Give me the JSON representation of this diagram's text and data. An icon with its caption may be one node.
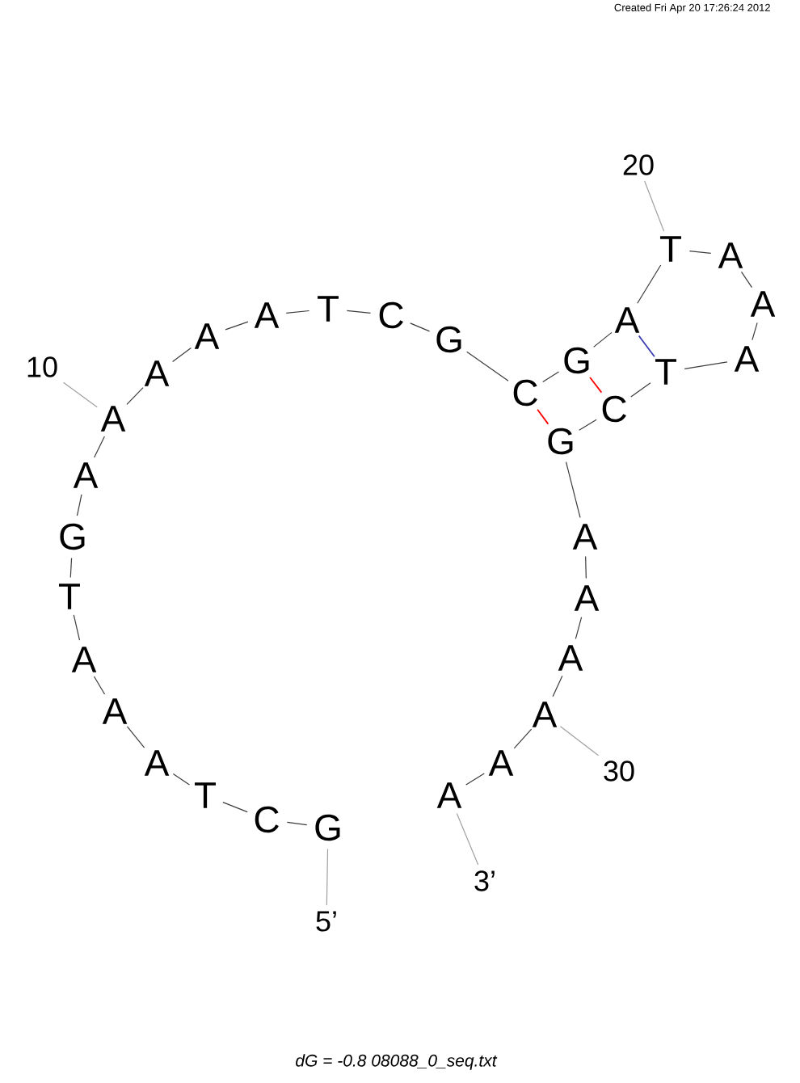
{
  "diagram": {
    "caption": "dG = -0.8 08088_0_seq.txt",
    "nodes": [
      {
        "text": [
          "G"
        ]
      },
      {
        "text": [
          "C"
        ]
      },
      {
        "text": [
          "T"
        ]
      },
      {
        "text": [
          "A"
        ]
      },
      {
        "text": [
          "A"
        ]
      },
      {
        "text": [
          "A"
        ]
      },
      {
        "text": [
          "T"
        ]
      },
      {
        "text": [
          "G"
        ]
      },
      {
        "text": [
          "A"
        ]
      },
      {
        "text": [
          "A"
        ]
      },
      {
        "text": [
          "A"
        ]
      },
      {
        "text": [
          "A"
        ]
      },
      {
        "text": [
          "A"
        ]
      },
      {
        "text": [
          "T"
        ]
      },
      {
        "text": [
          "C"
        ]
      },
      {
        "text": [
          "G"
        ]
      },
      {
        "text": [
          "C"
        ]
      },
      {
        "text": [
          "G"
        ]
      },
      {
        "text": [
          "A"
        ]
      },
      {
        "text": [
          "T"
        ]
      },
      {
        "text": [
          "A"
        ]
      },
      {
        "text": [
          "A"
        ]
      },
      {
        "text": [
          "A"
        ]
      },
      {
        "text": [
          "T"
        ]
      },
      {
        "text": [
          "C"
        ]
      },
      {
        "text": [
          "G"
        ]
      },
      {
        "text": [
          "A"
        ]
      },
      {
        "text": [
          "A"
        ]
      },
      {
        "text": [
          "A"
        ]
      },
      {
        "text": [
          "A"
        ]
      },
      {
        "text": [
          "A"
        ]
      },
      {
        "text": [
          "A"
        ]
      },
      {
        "text": [
          "5’"
        ]
      },
      {
        "text": [
          "10"
        ]
      },
      {
        "text": [
          "20"
        ]
      },
      {
        "text": [
          "30"
        ]
      },
      {
        "text": [
          "3’"
        ]
      }
    ],
    "edges": [
      {
        "from": 0,
        "to": 1,
        "arrow": "none"
      },
      {
        "from": 1,
        "to": 2,
        "arrow": "none"
      },
      {
        "from": 2,
        "to": 3,
        "arrow": "none"
      },
      {
        "from": 3,
        "to": 4,
        "arrow": "none"
      },
      {
        "from": 4,
        "to": 5,
        "arrow": "none"
      },
      {
        "from": 5,
        "to": 6,
        "arrow": "none"
      },
      {
        "from": 6,
        "to": 7,
        "arrow": "none"
      },
      {
        "from": 7,
        "to": 8,
        "arrow": "none"
      },
      {
        "from": 8,
        "to": 9,
        "arrow": "none"
      },
      {
        "from": 9,
        "to": 10,
        "arrow": "none"
      },
      {
        "from": 10,
        "to": 11,
        "arrow": "none"
      },
      {
        "from": 11,
        "to": 12,
        "arrow": "none"
      },
      {
        "from": 12,
        "to": 13,
        "arrow": "none"
      },
      {
        "from": 13,
        "to": 14,
        "arrow": "none"
      },
      {
        "from": 14,
        "to": 15,
        "arrow": "none"
      },
      {
        "from": 15,
        "to": 16,
        "arrow": "none"
      },
      {
        "from": 16,
        "to": 17,
        "arrow": "none"
      },
      {
        "from": 17,
        "to": 18,
        "arrow": "none"
      },
      {
        "from": 18,
        "to": 19,
        "arrow": "none"
      },
      {
        "from": 19,
        "to": 20,
        "arrow": "none"
      },
      {
        "from": 20,
        "to": 21,
        "arrow": "none"
      },
      {
        "from": 21,
        "to": 22,
        "arrow": "none"
      },
      {
        "from": 22,
        "to": 23,
        "arrow": "none"
      },
      {
        "from": 23,
        "to": 24,
        "arrow": "none"
      },
      {
        "from": 24,
        "to": 25,
        "arrow": "none"
      },
      {
        "from": 25,
        "to": 26,
        "arrow": "none"
      },
      {
        "from": 26,
        "to": 27,
        "arrow": "none"
      },
      {
        "from": 27,
        "to": 28,
        "arrow": "none"
      },
      {
        "from": 28,
        "to": 29,
        "arrow": "none"
      },
      {
        "from": 29,
        "to": 30,
        "arrow": "none"
      },
      {
        "from": 30,
        "to": 31,
        "arrow": "none"
      },
      {
        "from": 16,
        "to": 25,
        "arrow": "none",
        "color": "#ff0000"
      },
      {
        "from": 17,
        "to": 24,
        "arrow": "none",
        "color": "#ff0000"
      },
      {
        "from": 18,
        "to": 23,
        "arrow": "none",
        "color": "#3b3bb0"
      },
      {
        "from": 32,
        "to": 0,
        "arrow": "none",
        "color": "#a0a0a0"
      },
      {
        "from": 33,
        "to": 9,
        "arrow": "none",
        "color": "#a0a0a0"
      },
      {
        "from": 34,
        "to": 19,
        "arrow": "none",
        "color": "#a0a0a0"
      },
      {
        "from": 35,
        "to": 29,
        "arrow": "none",
        "color": "#a0a0a0"
      },
      {
        "from": 36,
        "to": 31,
        "arrow": "none",
        "color": "#a0a0a0"
      }
    ],
    "labels": [
      "Created Fri Apr 20 17:26:24 2012"
    ]
  }
}
